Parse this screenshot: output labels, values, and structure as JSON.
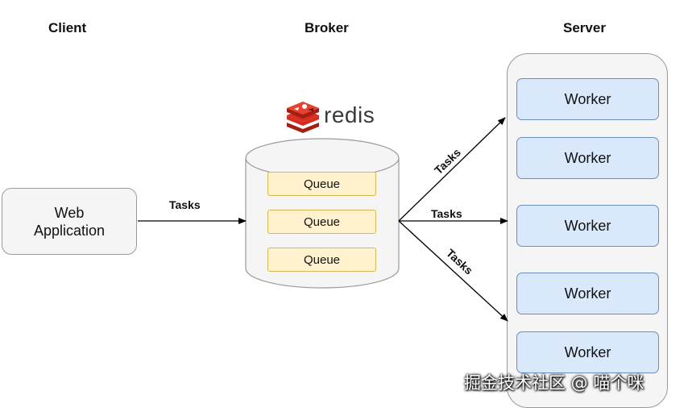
{
  "headers": {
    "client": "Client",
    "broker": "Broker",
    "server": "Server"
  },
  "client": {
    "line1": "Web",
    "line2": "Application"
  },
  "broker": {
    "brand": "redis",
    "queues": [
      "Queue",
      "Queue",
      "Queue"
    ]
  },
  "server": {
    "workers": [
      "Worker",
      "Worker",
      "Worker",
      "Worker",
      "Worker"
    ]
  },
  "edges": {
    "client_to_broker": "Tasks",
    "broker_to_server_up": "Tasks",
    "broker_to_server_mid": "Tasks",
    "broker_to_server_down": "Tasks"
  },
  "colors": {
    "worker_fill": "#dae8fc",
    "worker_stroke": "#6c8ebf",
    "queue_fill": "#fff2cc",
    "queue_stroke": "#d6b656",
    "redis_red": "#d82c20"
  },
  "watermark": "掘金技术社区 @ 喵个咪"
}
